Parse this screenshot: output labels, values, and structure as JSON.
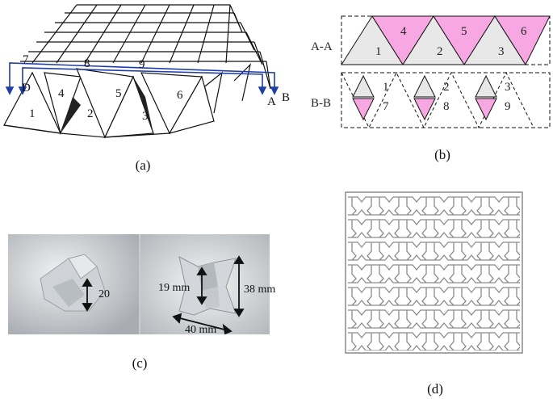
{
  "panel_a": {
    "tile_numbers_front": [
      "1",
      "2",
      "3",
      "4",
      "5",
      "6"
    ],
    "tile_numbers_back": [
      "7",
      "8",
      "9"
    ],
    "section_label_a": "A",
    "section_label_b": "B",
    "section_label_d": "D",
    "caption": "(a)",
    "line_color": "#1f3ea8"
  },
  "panel_b": {
    "row_aa_label": "A-A",
    "row_bb_label": "B-B",
    "row_aa_numbers": [
      "1",
      "4",
      "2",
      "5",
      "3",
      "6"
    ],
    "row_bb_numbers": [
      "1",
      "7",
      "2",
      "8",
      "3",
      "9"
    ],
    "caption": "(b)",
    "pink": "#f7a8e2",
    "gray": "#e8e8e8"
  },
  "panel_c": {
    "dim_left": "20",
    "dim_height_inner": "19 mm",
    "dim_height_outer": "38 mm",
    "dim_width": "40 mm",
    "caption": "(c)"
  },
  "panel_d": {
    "caption": "(d)"
  }
}
